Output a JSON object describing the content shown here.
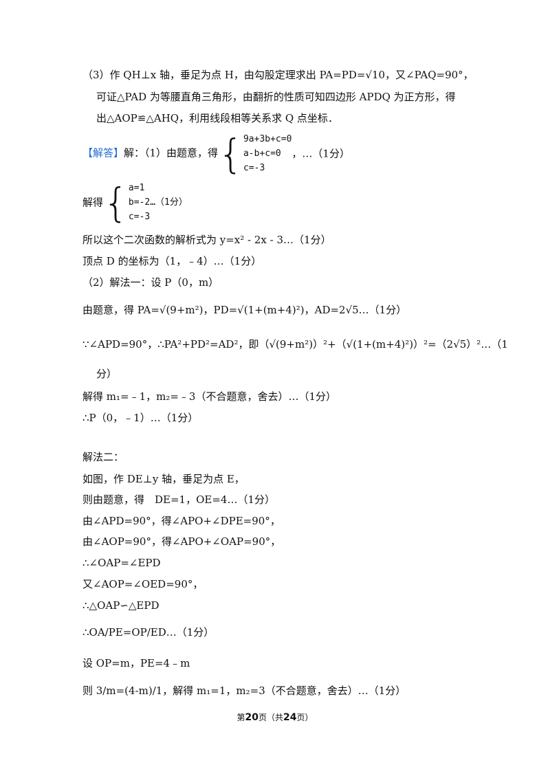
{
  "analysis3": {
    "line1": "（3）作 QH⊥x 轴，垂足为点 H，由勾股定理求出 PA=PD=√10，又∠PAQ=90°，",
    "line2": "可证△PAD 为等腰直角三角形，由翻折的性质可知四边形 APDQ 为正方形，得",
    "line3": "出△AOP≌△AHQ，利用线段相等关系求 Q 点坐标．"
  },
  "answer": {
    "tag": "【解答】",
    "intro": "解：（1）由题意，得",
    "system1": [
      "9a+3b+c=0",
      "a-b+c=0",
      "c=-3"
    ],
    "score": "，…（1分）",
    "solved_prefix": "解得",
    "system2": [
      "a=1",
      "b=-2…（1分）",
      "c=-3"
    ],
    "func": "所以这个二次函数的解析式为 y=x² - 2x - 3…（1分）",
    "vertex": "顶点 D 的坐标为（1，﹣4）…（1分）",
    "m1_title": "（2）解法一：设 P（0，m）",
    "m1_l1": "由题意，得 PA=√(9+m²)，PD=√(1+(m+4)²)，AD=2√5…（1分）",
    "m1_l2": "∵∠APD=90°，∴PA²+PD²=AD²，即（√(9+m²)）²+（√(1+(m+4)²)）²=（2√5）²…（1",
    "m1_l2b": "分）",
    "m1_l3": "解得 m₁=﹣1，m₂=﹣3（不合题意，舍去）…（1分）",
    "m1_l4": "∴P（0，﹣1）…（1分）",
    "m2_title": "解法二：",
    "m2_l1": "如图，作 DE⊥y 轴，垂足为点 E，",
    "m2_l2": "则由题意，得　DE=1，OE=4…（1分）",
    "m2_l3": "由∠APD=90°，得∠APO+∠DPE=90°，",
    "m2_l4": "由∠AOP=90°，得∠APO+∠OAP=90°，",
    "m2_l5": "∴∠OAP=∠EPD",
    "m2_l6": "又∠AOP=∠OED=90°，",
    "m2_l7": "∴△OAP∽△EPD",
    "m2_l8": "∴OA/PE=OP/ED…（1分）",
    "m2_l9": "设 OP=m，PE=4﹣m",
    "m2_l10": "则 3/m=(4-m)/1，解得 m₁=1，m₂=3（不合题意，舍去）…（1分）"
  },
  "footer": {
    "pre": "第",
    "page": "20",
    "mid": "页（共",
    "total": "24",
    "post": "页）"
  }
}
